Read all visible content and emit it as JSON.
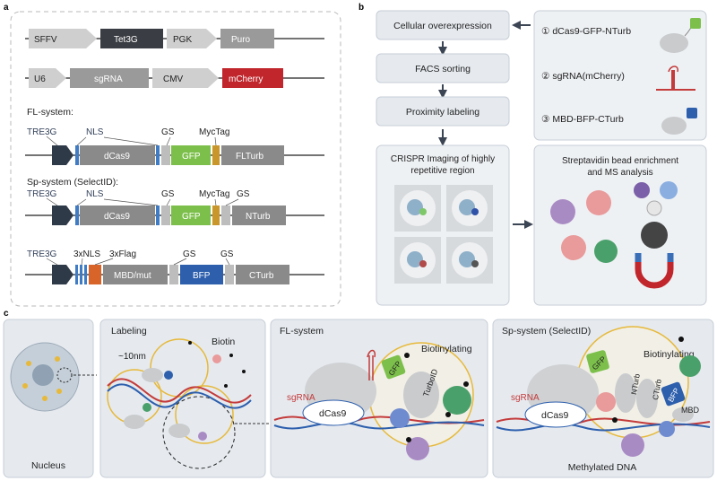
{
  "panels": {
    "a": "a",
    "b": "b",
    "c": "c"
  },
  "panel_a": {
    "row1": [
      "SFFV",
      "Tet3G",
      "PGK",
      "Puro"
    ],
    "row2": [
      "U6",
      "sgRNA",
      "CMV",
      "mCherry"
    ],
    "fl_title": "FL-system:",
    "fl_top": [
      "TRE3G",
      "NLS",
      "GS",
      "MycTag"
    ],
    "fl_bar": [
      "dCas9",
      "GFP",
      "FLTurb"
    ],
    "sp_title": "Sp-system (SelectID):",
    "sp1_top": [
      "TRE3G",
      "NLS",
      "GS",
      "MycTag",
      "GS"
    ],
    "sp1_bar": [
      "dCas9",
      "GFP",
      "NTurb"
    ],
    "sp2_top": [
      "TRE3G",
      "3xNLS",
      "3xFlag",
      "GS",
      "GS"
    ],
    "sp2_bar": [
      "MBD/mut",
      "BFP",
      "CTurb"
    ]
  },
  "panel_b": {
    "steps": [
      "Cellular overexpression",
      "FACS sorting",
      "Proximity labeling"
    ],
    "imaging": [
      "CRISPR Imaging of highly",
      "repetitive region"
    ],
    "enrichment": [
      "Streptavidin bead enrichment",
      "and MS analysis"
    ],
    "constructs": [
      "① dCas9-GFP-NTurb",
      "② sgRNA(mCherry)",
      "③ MBD-BFP-CTurb"
    ],
    "dot_colors": [
      "#7ec86a",
      "#2f52a8",
      "#b24a4a",
      "#555555"
    ]
  },
  "panel_c": {
    "nucleus": "Nucleus",
    "labeling": "Labeling",
    "distance": "~10nm",
    "biotin": "Biotin",
    "fl_title": "FL-system",
    "fl_biotinylating": "Biotinylating",
    "fl_gfp": "GFP",
    "fl_turbo": "TurboID",
    "fl_sgrna": "sgRNA",
    "fl_dcas9": "dCas9",
    "sp_title": "Sp-system (SelectID)",
    "sp_biotinylating": "Biotinylating",
    "sp_gfp": "GFP",
    "sp_nturb": "NTurb",
    "sp_cturb": "CTurb",
    "sp_bfp": "BFP",
    "sp_mbd": "MBD",
    "sp_sgrna": "sgRNA",
    "sp_dcas9": "dCas9",
    "methylated": "Methylated DNA"
  },
  "colors": {
    "dark": "#3b4553",
    "grey": "#8a8a8a",
    "gfp": "#7cc04b",
    "mcherry": "#c0262c",
    "bfp": "#2d5fad",
    "nls": "#3f7cc4",
    "myc": "#c8962a",
    "flag": "#d9642a",
    "sg_red": "#c43b3b",
    "ring": "#e7b93a"
  }
}
